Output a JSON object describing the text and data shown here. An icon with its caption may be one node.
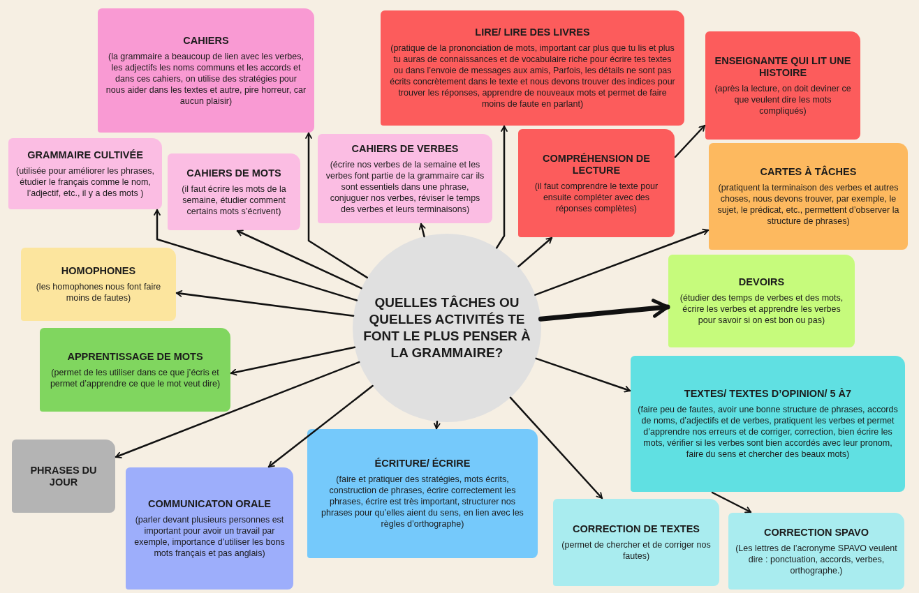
{
  "diagram": {
    "nodes": [
      {
        "text": [
          "QUELLES TÂCHES OU QUELLES ACTIVITÉS TE FONT LE PLUS PENSER À LA GRAMMAIRE?"
        ]
      },
      {
        "text": [
          "CAHIERS",
          "(la grammaire a beaucoup de lien avec les verbes, les adjectifs les noms communs et les accords et dans ces cahiers, on utilise des stratégies pour nous aider dans les textes et autre, pire horreur, car aucun plaisir)"
        ]
      },
      {
        "text": [
          "GRAMMAIRE CULTIVÉE",
          "(utilisée pour améliorer les phrases, étudier le français comme le nom, l’adjectif, etc., il y a des mots )"
        ]
      },
      {
        "text": [
          "CAHIERS DE MOTS",
          "(il faut écrire les mots de la semaine, étudier comment certains mots s’écrivent)"
        ]
      },
      {
        "text": [
          "CAHIERS DE VERBES",
          "(écrire nos verbes de la semaine et les verbes font partie de la grammaire car ils sont essentiels dans une phrase, conjuguer nos verbes, réviser le temps des verbes et leurs terminaisons)"
        ]
      },
      {
        "text": [
          "LIRE/ LIRE DES LIVRES",
          "(pratique de la prononciation de mots, important car plus que tu lis et plus tu auras de connaissances et de vocabulaire riche pour écrire tes textes ou dans l’envoie de messages aux amis, Parfois, les détails ne sont pas écrits concrètement dans le texte et nous devons trouver des indices pour trouver les réponses, apprendre de nouveaux mots et permet de faire moins de faute en parlant)"
        ]
      },
      {
        "text": [
          "COMPRÉHENSION DE LECTURE",
          "(il faut comprendre le texte pour ensuite compléter avec des réponses complètes)"
        ]
      },
      {
        "text": [
          "ENSEIGNANTE QUI LIT UNE HISTOIRE",
          "(après la lecture, on doit deviner ce que veulent dire les mots compliqués)"
        ]
      },
      {
        "text": [
          "CARTES À TÂCHES",
          "(pratiquent la terminaison des verbes et autres choses, nous devons trouver, par exemple, le sujet, le prédicat, etc., permettent d’observer la structure de phrases)"
        ]
      },
      {
        "text": [
          "DEVOIRS",
          "(étudier des temps de verbes et des mots, écrire les verbes et apprendre les verbes pour savoir si on est bon ou pas)"
        ]
      },
      {
        "text": [
          "HOMOPHONES",
          "(les homophones nous font faire moins de fautes)"
        ]
      },
      {
        "text": [
          "APPRENTISSAGE DE MOTS",
          "(permet de les utiliser dans ce que j’écris et permet d’apprendre ce que le mot veut dire)"
        ]
      },
      {
        "text": [
          "PHRASES DU JOUR"
        ]
      },
      {
        "text": [
          "COMMUNICATON ORALE",
          "(parler devant plusieurs personnes est important pour avoir un travail par exemple, importance d’utiliser les bons mots français et pas anglais)"
        ]
      },
      {
        "text": [
          "ÉCRITURE/ ÉCRIRE",
          "(faire et pratiquer des stratégies, mots écrits, construction de phrases, écrire correctement les phrases, écrire est très important, structurer nos phrases pour qu’elles aient du sens, en lien avec les règles d’orthographe)"
        ]
      },
      {
        "text": [
          "TEXTES/ TEXTES D’OPINION/ 5 À7",
          "(faire peu de fautes, avoir une bonne structure de phrases, accords de noms, d’adjectifs et de verbes, pratiquent les verbes et permet d’apprendre nos erreurs et de corriger, correction, bien écrire les mots, vérifier si les verbes sont bien accordés avec leur pronom, faire du sens et chercher des beaux mots)"
        ]
      },
      {
        "text": [
          "CORRECTION DE TEXTES",
          "(permet de chercher et de corriger nos fautes)"
        ]
      },
      {
        "text": [
          "CORRECTION SPAVO",
          "(Les lettres de l’acronyme SPAVO veulent dire : ponctuation, accords, verbes, orthographe.)"
        ]
      }
    ],
    "edges": [
      {
        "from": 0,
        "to": 1,
        "arrow": "to"
      },
      {
        "from": 0,
        "to": 2,
        "arrow": "to"
      },
      {
        "from": 0,
        "to": 3,
        "arrow": "to"
      },
      {
        "from": 0,
        "to": 4,
        "arrow": "to"
      },
      {
        "from": 0,
        "to": 5,
        "arrow": "to"
      },
      {
        "from": 0,
        "to": 6,
        "arrow": "to"
      },
      {
        "from": 6,
        "to": 7,
        "arrow": "to"
      },
      {
        "from": 0,
        "to": 8,
        "arrow": "to"
      },
      {
        "from": 0,
        "to": 9,
        "arrow": "to",
        "style": "thick"
      },
      {
        "from": 0,
        "to": 10,
        "arrow": "to"
      },
      {
        "from": 0,
        "to": 11,
        "arrow": "to"
      },
      {
        "from": 0,
        "to": 12,
        "arrow": "to"
      },
      {
        "from": 0,
        "to": 13,
        "arrow": "to"
      },
      {
        "from": 0,
        "to": 14,
        "arrow": "to"
      },
      {
        "from": 0,
        "to": 15,
        "arrow": "to"
      },
      {
        "from": 0,
        "to": 16,
        "arrow": "to"
      },
      {
        "from": 15,
        "to": 17,
        "arrow": "to"
      }
    ]
  }
}
